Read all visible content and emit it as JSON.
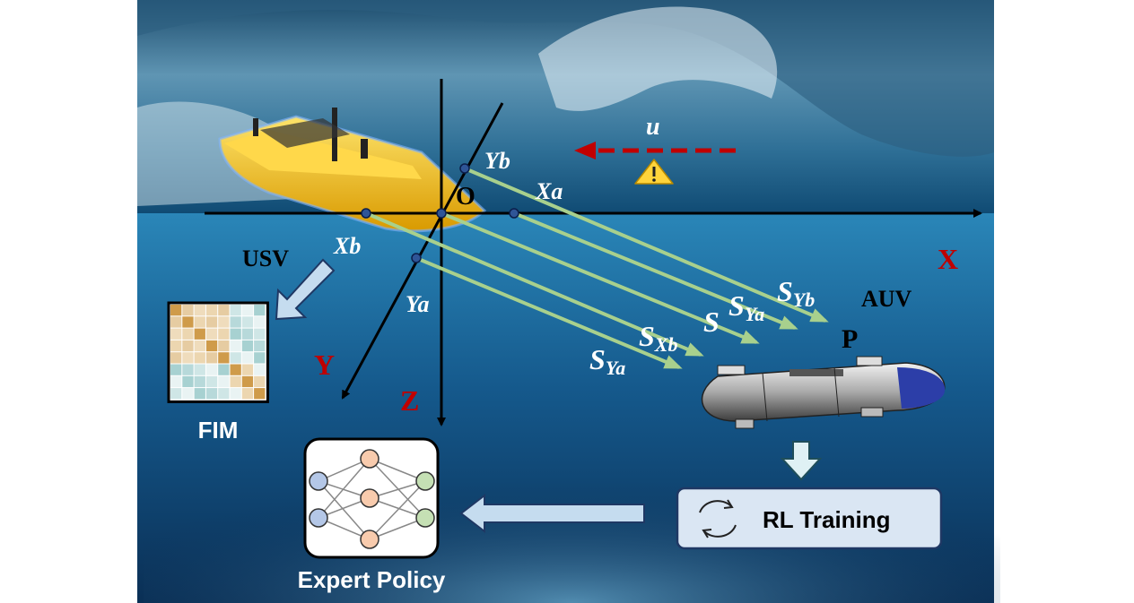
{
  "figure": {
    "origin_label": "O",
    "points": {
      "yb": "Yb",
      "xa": "Xa",
      "xb": "Xb",
      "ya": "Ya"
    },
    "axes": {
      "x": "X",
      "y": "Y",
      "z": "Z"
    },
    "current_label": "u",
    "usv_label": "USV",
    "auv_label": "AUV",
    "target_label": "P",
    "fim_label": "FIM",
    "expert_policy_label": "Expert Policy",
    "rl_training_label": "RL Training",
    "signals": [
      {
        "main": "S",
        "sub": "Yb"
      },
      {
        "main": "S",
        "sub": "Ya"
      },
      {
        "main": "S",
        "sub": ""
      },
      {
        "main": "S",
        "sub": "Xb"
      },
      {
        "main": "S",
        "sub": "Ya"
      }
    ],
    "colors": {
      "axis_red": "#c00000",
      "signal_green": "#a8d08d",
      "boat_yellow": "#f2b90c",
      "arrow_blue": "#c5dcef"
    }
  }
}
